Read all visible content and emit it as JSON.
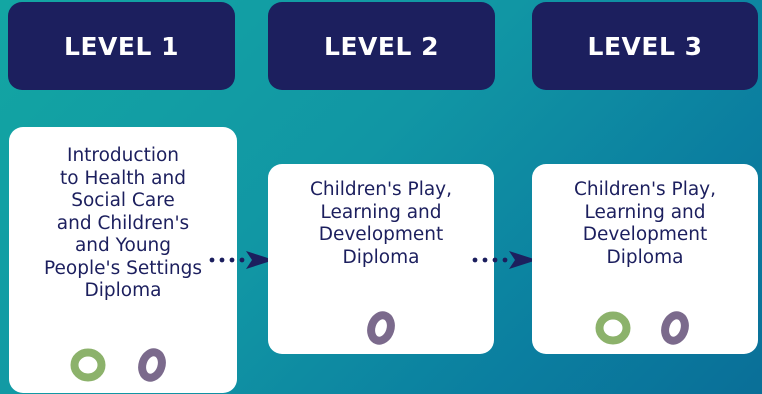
{
  "levels": [
    {
      "header": "LEVEL 1",
      "qualification": "Introduction\nto Health and\nSocial Care\nand Children's\nand Young\nPeople's Settings\nDiploma",
      "icons": [
        "green-ring-icon",
        "purple-ring-icon"
      ]
    },
    {
      "header": "LEVEL 2",
      "qualification": "Children's Play,\nLearning and\nDevelopment\nDiploma",
      "icons": [
        "purple-ring-icon"
      ]
    },
    {
      "header": "LEVEL 3",
      "qualification": "Children's Play,\nLearning and\nDevelopment\nDiploma",
      "icons": [
        "green-ring-icon",
        "purple-ring-icon"
      ]
    }
  ],
  "colors": {
    "header_bg": "#1c1f5e",
    "text": "#1c1f5e",
    "green_ring": "#8cb26b",
    "purple_ring": "#7b6a8c",
    "arrow": "#1c1f5e"
  }
}
